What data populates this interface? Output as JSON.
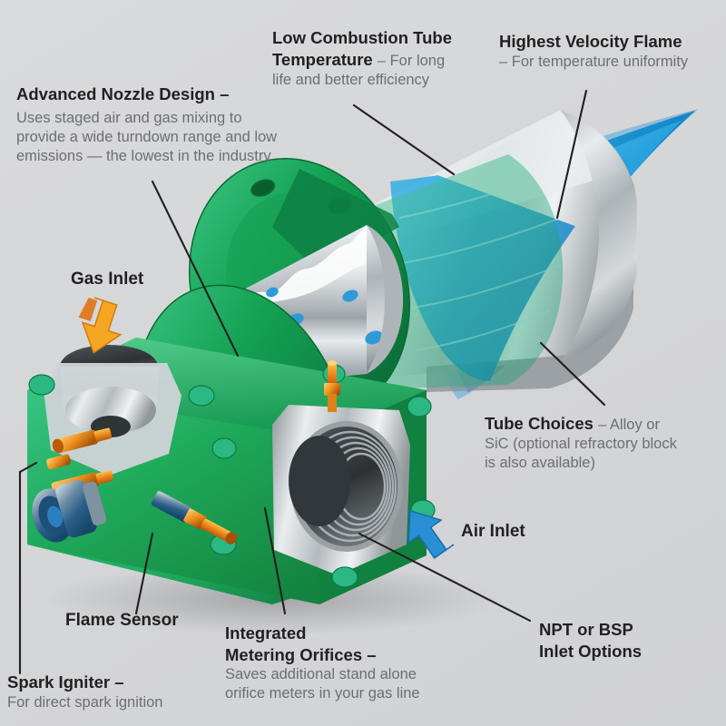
{
  "figure": {
    "subject": "industrial-burner-cutaway",
    "background_color": "#d6d7d9",
    "body_color": "#1faa55",
    "body_color_light": "#3fc07e",
    "metal_color": "#c9cdd0",
    "flame_color": "#1b9ad6",
    "flame_color_deep": "#0f6fb5",
    "gas_arrow_color": "#f5a623",
    "air_arrow_color": "#2a8fd4",
    "leader_color": "#231f20"
  },
  "callouts": [
    {
      "id": "advanced-nozzle-design",
      "title": "Advanced Nozzle Design",
      "dash": "–",
      "body": "Uses staged air and gas mixing to provide a wide turndown range and low emissions — the lowest in the industry",
      "lines": [
        "Uses staged air and gas mixing to",
        "provide a wide turndown range and low",
        "emissions — the lowest in the industry"
      ]
    },
    {
      "id": "low-combustion-tube-temperature",
      "title": "Low Combustion Tube Temperature",
      "dash": "–",
      "body": "For long life and better efficiency",
      "title_lines": [
        "Low Combustion Tube",
        "Temperature"
      ],
      "tail": "– For long",
      "lines": [
        "life and better efficiency"
      ]
    },
    {
      "id": "highest-velocity-flame",
      "title": "Highest Velocity Flame",
      "dash": "–",
      "body": "For temperature uniformity",
      "lines": [
        "– For temperature uniformity"
      ]
    },
    {
      "id": "tube-choices",
      "title": "Tube Choices",
      "dash": "–",
      "body": "Alloy or SiC (optional refractory block is also available)",
      "tail": "– Alloy or",
      "lines": [
        "SiC (optional refractory block",
        "is also available)"
      ]
    },
    {
      "id": "gas-inlet",
      "title": "Gas Inlet",
      "body": ""
    },
    {
      "id": "air-inlet",
      "title": "Air Inlet",
      "body": ""
    },
    {
      "id": "flame-sensor",
      "title": "Flame Sensor",
      "body": ""
    },
    {
      "id": "spark-igniter",
      "title": "Spark Igniter",
      "dash": "–",
      "body": "For direct spark ignition",
      "lines": [
        "For direct spark ignition"
      ]
    },
    {
      "id": "integrated-metering-orifices",
      "title": "Integrated Metering Orifices",
      "dash": "–",
      "body": "Saves additional stand alone orifice meters in your gas line",
      "title_lines": [
        "Integrated",
        "Metering Orifices"
      ],
      "lines": [
        "Saves additional stand alone",
        "orifice meters in your gas line"
      ]
    },
    {
      "id": "npt-or-bsp-inlet-options",
      "title": "NPT or BSP Inlet Options",
      "title_lines": [
        "NPT or BSP",
        "Inlet Options"
      ],
      "body": ""
    }
  ],
  "text": {
    "advanced_nozzle_title": "Advanced Nozzle Design –",
    "advanced_nozzle_l1": "Uses staged air and gas mixing to",
    "advanced_nozzle_l2": "provide a wide turndown range and low",
    "advanced_nozzle_l3": "emissions — the lowest in the industry",
    "low_tube_t1": "Low Combustion Tube",
    "low_tube_t2": "Temperature",
    "low_tube_tail": "– For long",
    "low_tube_l2": "life and better efficiency",
    "highest_flame_t1": "Highest Velocity Flame",
    "highest_flame_l1": "– For temperature uniformity",
    "tube_choices_t1": "Tube Choices",
    "tube_choices_tail": "– Alloy or",
    "tube_choices_l2": "SiC (optional refractory block",
    "tube_choices_l3": "is also available)",
    "gas_inlet": "Gas Inlet",
    "air_inlet": "Air Inlet",
    "flame_sensor": "Flame Sensor",
    "spark_igniter_t1": "Spark Igniter –",
    "spark_igniter_l1": "For direct spark ignition",
    "metering_t1": "Integrated",
    "metering_t2": "Metering Orifices –",
    "metering_l1": "Saves additional stand alone",
    "metering_l2": "orifice meters in your gas line",
    "npt_t1": "NPT or BSP",
    "npt_t2": "Inlet Options"
  }
}
